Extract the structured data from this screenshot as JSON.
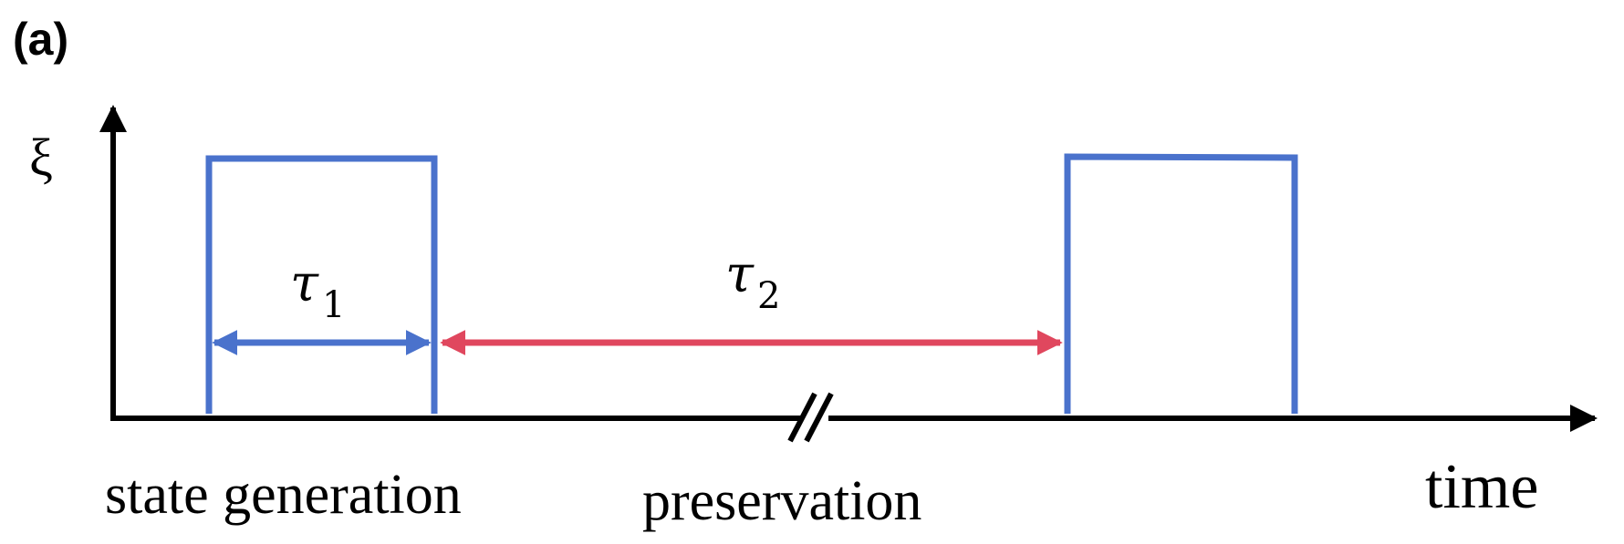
{
  "panel_label": "(a)",
  "y_axis_symbol": "ξ",
  "x_axis_label": "time",
  "tau1": {
    "symbol": "τ",
    "subscript": "1"
  },
  "tau2": {
    "symbol": "τ",
    "subscript": "2"
  },
  "phase_labels": {
    "generation": "state generation",
    "preservation": "preservation"
  },
  "colors": {
    "pulse": "#4a72cc",
    "tau1_arrow": "#4a72cc",
    "tau2_arrow": "#e0475e",
    "axis": "#000000",
    "text": "#000000"
  }
}
